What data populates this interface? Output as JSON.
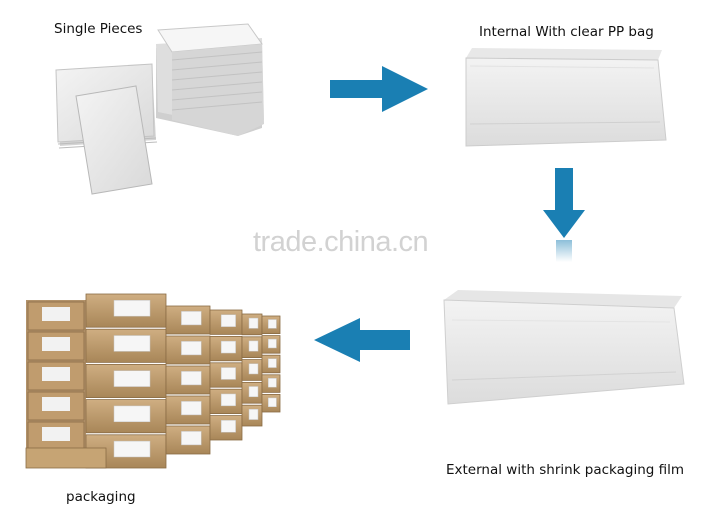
{
  "steps": {
    "single": {
      "label": "Single Pieces"
    },
    "internal": {
      "label": "Internal With clear PP bag"
    },
    "external": {
      "label": "External with shrink packaging film"
    },
    "packaging": {
      "label": "packaging"
    }
  },
  "watermark": {
    "text": "trade.china.cn"
  },
  "colors": {
    "arrow": "#1a7fb3",
    "box": "#c8a679",
    "box_label": "#f6f6f6"
  },
  "icons": {
    "arrow_right": "arrow-right-icon",
    "arrow_down": "arrow-down-icon",
    "arrow_left": "arrow-left-icon"
  }
}
